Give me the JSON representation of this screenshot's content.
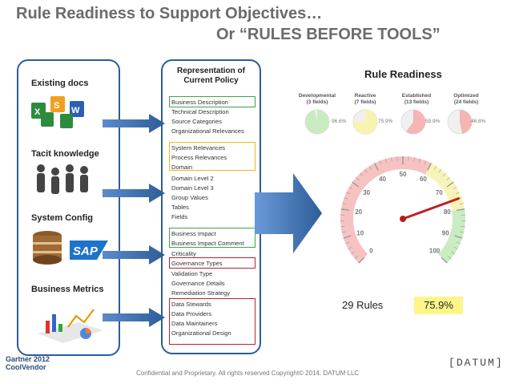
{
  "title": {
    "line1": "Rule Readiness to Support Objectives…",
    "line2": "Or “RULES BEFORE TOOLS”"
  },
  "left_panel": {
    "sections": [
      {
        "label": "Existing docs",
        "icon": "office-docs-icon"
      },
      {
        "label": "Tacit knowledge",
        "icon": "people-icon"
      },
      {
        "label": "System Config",
        "icon": "database-sap-icon"
      },
      {
        "label": "Business Metrics",
        "icon": "charts-icon"
      }
    ],
    "sap_text": "SAP"
  },
  "representation": {
    "title_line1": "Representation of",
    "title_line2": "Current Policy",
    "fields": [
      "Business Description",
      "Technical Description",
      "Source Categories",
      "Organizational Relevances",
      "System Relevances",
      "Process Relevances",
      "Domain",
      "Domain Level 2",
      "Domain Level 3",
      "Group Values",
      "Tables",
      "Fields",
      "Business Impact",
      "Business Impact Comment",
      "Criticality",
      "Governance Types",
      "Validation Type",
      "Governance Details",
      "Remediation Strategy",
      "Data Stewards",
      "Data Providers",
      "Data Maintainers",
      "Organizational Design"
    ],
    "box_colors": {
      "green": "#3aa64a",
      "yellow": "#f0b622",
      "red": "#b3262b"
    }
  },
  "rule_readiness": {
    "title": "Rule Readiness",
    "levels": [
      {
        "name": "Developmental",
        "fields": "(3 fields)",
        "percent": "96.6%",
        "value": 96.6,
        "color": "#c8ebc1"
      },
      {
        "name": "Reactive",
        "fields": "(7 fields)",
        "percent": "75.9%",
        "value": 75.9,
        "color": "#f8f3ae"
      },
      {
        "name": "Established",
        "fields": "(13 fields)",
        "percent": "59.9%",
        "value": 59.9,
        "color": "#f6b4b4"
      },
      {
        "name": "Optimized",
        "fields": "(24 fields)",
        "percent": "46.8%",
        "value": 46.8,
        "color": "#f6b4b4"
      }
    ],
    "gauge": {
      "min": 0,
      "max": 100,
      "value": 75.9,
      "tick_labels": [
        "0",
        "10",
        "20",
        "30",
        "40",
        "50",
        "60",
        "70",
        "80",
        "90",
        "100"
      ]
    },
    "rules_count": "29 Rules",
    "percent_badge": "75.9%"
  },
  "footer": {
    "text": "Confidential and Proprietary. All rights reserved Copyright© 2014. DATUM LLC",
    "gartner_line1": "Gartner 2012",
    "gartner_line2": "CoolVendor",
    "logo": "DATUM"
  },
  "colors": {
    "title": "#6b6b6b",
    "panel_border": "#2c5d98",
    "arrow": "#3e6fb0",
    "accent": "#2c5d98"
  }
}
